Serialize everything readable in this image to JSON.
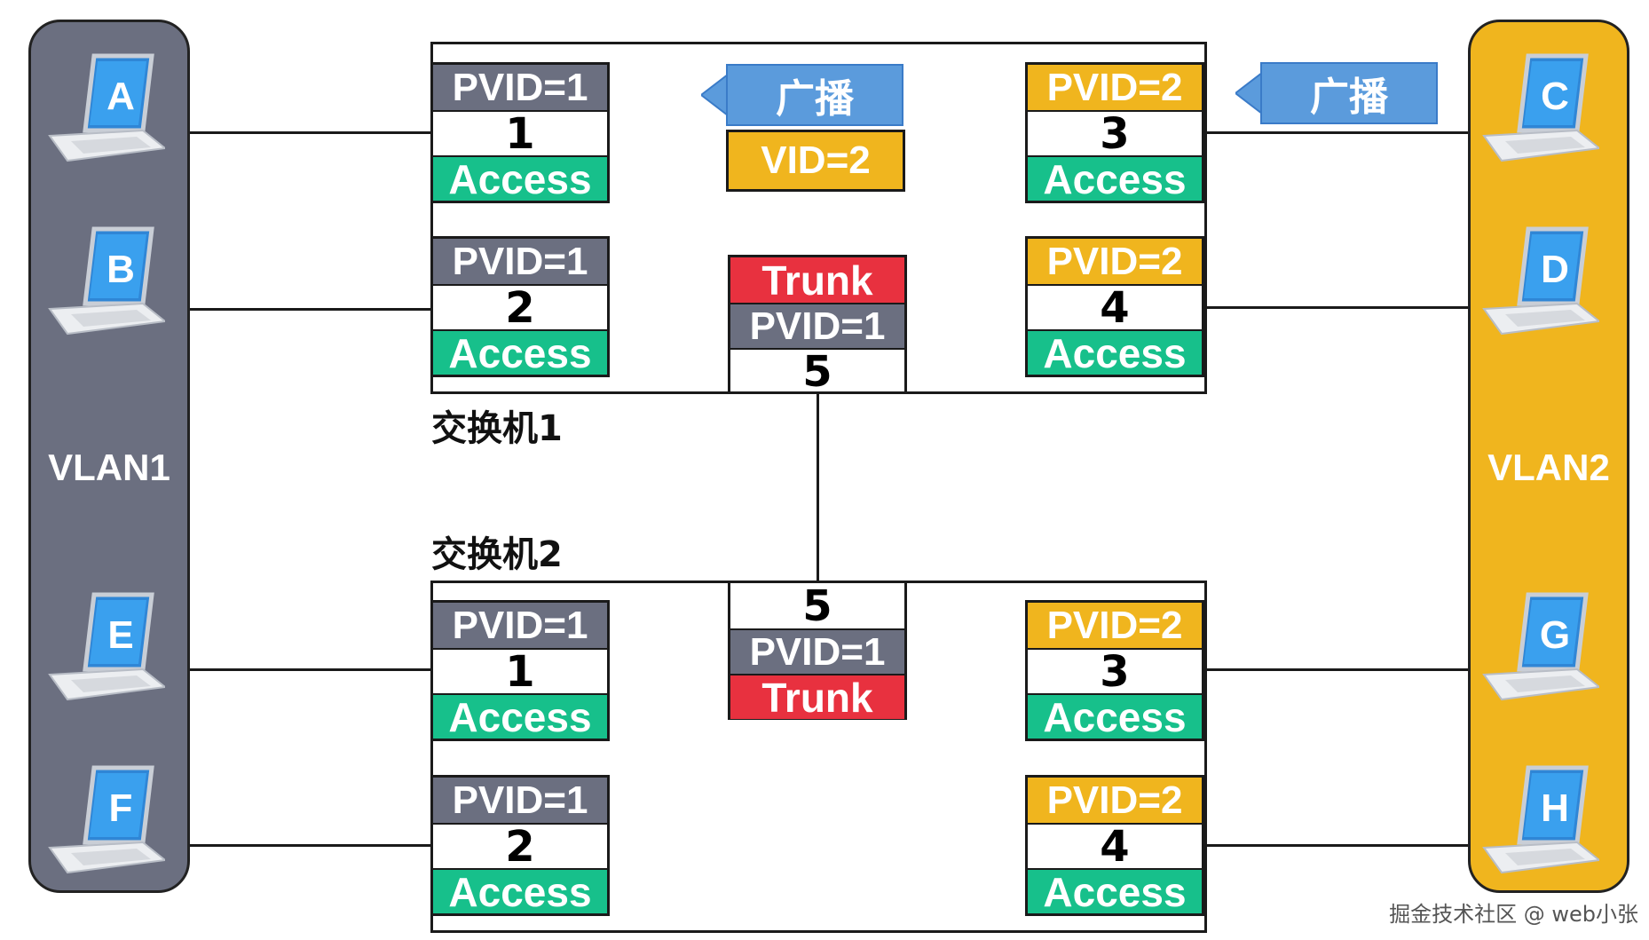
{
  "colors": {
    "vlan1": "#6b6f80",
    "vlan2": "#f0b51e",
    "pvid1": "#6b6f80",
    "pvid2": "#f0b51e",
    "access": "#17c08b",
    "trunk": "#e8313f",
    "broadcast": "#5b9bdc"
  },
  "vlans": {
    "left": "VLAN1",
    "right": "VLAN2"
  },
  "hosts": [
    "A",
    "B",
    "C",
    "D",
    "E",
    "F",
    "G",
    "H"
  ],
  "switch1": {
    "label": "交换机1",
    "ports": [
      {
        "pvid": "PVID=1",
        "num": "1",
        "mode": "Access"
      },
      {
        "pvid": "PVID=1",
        "num": "2",
        "mode": "Access"
      },
      {
        "pvid": "PVID=2",
        "num": "3",
        "mode": "Access"
      },
      {
        "pvid": "PVID=2",
        "num": "4",
        "mode": "Access"
      },
      {
        "pvid": "PVID=1",
        "num": "5",
        "mode": "Trunk"
      }
    ],
    "broadcast_center": "广播",
    "vid": "VID=2"
  },
  "switch2": {
    "label": "交换机2",
    "ports": [
      {
        "pvid": "PVID=1",
        "num": "1",
        "mode": "Access"
      },
      {
        "pvid": "PVID=1",
        "num": "2",
        "mode": "Access"
      },
      {
        "pvid": "PVID=2",
        "num": "3",
        "mode": "Access"
      },
      {
        "pvid": "PVID=2",
        "num": "4",
        "mode": "Access"
      },
      {
        "pvid": "PVID=1",
        "num": "5",
        "mode": "Trunk"
      }
    ]
  },
  "broadcast_right": "广播",
  "watermark": "掘金技术社区 @ web小张"
}
